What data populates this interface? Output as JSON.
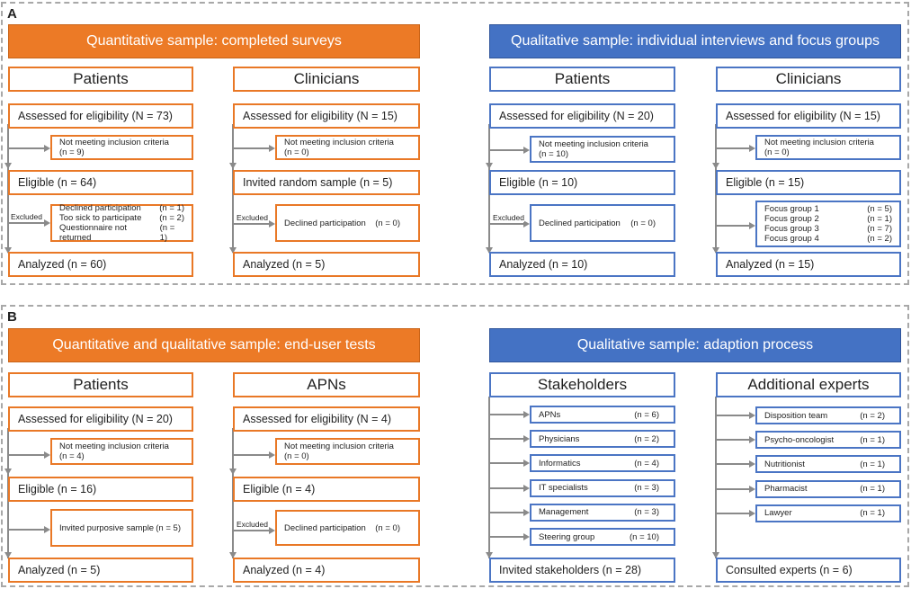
{
  "panelA": {
    "label": "A",
    "quant_header": "Quantitative sample: completed surveys",
    "qual_header": "Qualitative sample: individual interviews and focus groups",
    "quant_patients": {
      "title": "Patients",
      "assessed": "Assessed for eligibility (N = 73)",
      "not_meeting": [
        "Not meeting inclusion criteria",
        "(n = 9)"
      ],
      "eligible": "Eligible (n = 64)",
      "excluded_label": "Excluded",
      "excluded_rows": [
        {
          "label": "Declined participation",
          "value": "(n = 1)"
        },
        {
          "label": "Too sick to participate",
          "value": "(n = 2)"
        },
        {
          "label": "Questionnaire not returned",
          "value": "(n = 1)"
        }
      ],
      "analyzed": "Analyzed (n = 60)"
    },
    "quant_clinicians": {
      "title": "Clinicians",
      "assessed": "Assessed for eligibility (N = 15)",
      "not_meeting": [
        "Not meeting inclusion criteria",
        "(n = 0)"
      ],
      "eligible": "Invited random sample (n = 5)",
      "excluded_label": "Excluded",
      "declined": {
        "label": "Declined participation",
        "value": "(n = 0)"
      },
      "analyzed": "Analyzed (n = 5)"
    },
    "qual_patients": {
      "title": "Patients",
      "assessed": "Assessed for eligibility (N = 20)",
      "not_meeting": [
        "Not meeting inclusion criteria",
        "(n = 10)"
      ],
      "eligible": "Eligible (n = 10)",
      "excluded_label": "Excluded",
      "declined": {
        "label": "Declined participation",
        "value": "(n = 0)"
      },
      "analyzed": "Analyzed (n = 10)"
    },
    "qual_clinicians": {
      "title": "Clinicians",
      "assessed": "Assessed for eligibility (N = 15)",
      "not_meeting": [
        "Not meeting inclusion criteria",
        "(n = 0)"
      ],
      "eligible": "Eligible (n = 15)",
      "focus_rows": [
        {
          "label": "Focus group 1",
          "value": "(n = 5)"
        },
        {
          "label": "Focus group 2",
          "value": "(n = 1)"
        },
        {
          "label": "Focus group 3",
          "value": "(n = 7)"
        },
        {
          "label": "Focus group 4",
          "value": "(n = 2)"
        }
      ],
      "analyzed": "Analyzed (n = 15)"
    }
  },
  "panelB": {
    "label": "B",
    "quant_header": "Quantitative and qualitative sample: end-user tests",
    "qual_header": "Qualitative sample: adaption process",
    "patients": {
      "title": "Patients",
      "assessed": "Assessed for eligibility (N = 20)",
      "not_meeting": [
        "Not meeting inclusion criteria",
        "(n = 4)"
      ],
      "eligible": "Eligible (n = 16)",
      "invited": {
        "label": "Invited purposive sample",
        "value": "(n = 5)"
      },
      "analyzed": "Analyzed (n = 5)"
    },
    "apns": {
      "title": "APNs",
      "assessed": "Assessed for eligibility (N = 4)",
      "not_meeting": [
        "Not meeting inclusion criteria",
        "(n = 0)"
      ],
      "eligible": "Eligible (n = 4)",
      "excluded_label": "Excluded",
      "declined": {
        "label": "Declined participation",
        "value": "(n = 0)"
      },
      "analyzed": "Analyzed (n = 4)"
    },
    "stakeholders": {
      "title": "Stakeholders",
      "items": [
        {
          "label": "APNs",
          "value": "(n = 6)"
        },
        {
          "label": "Physicians",
          "value": "(n = 2)"
        },
        {
          "label": "Informatics",
          "value": "(n = 4)"
        },
        {
          "label": "IT specialists",
          "value": "(n = 3)"
        },
        {
          "label": "Management",
          "value": "(n = 3)"
        },
        {
          "label": "Steering group",
          "value": "(n = 10)"
        }
      ],
      "total": "Invited stakeholders (n = 28)"
    },
    "experts": {
      "title": "Additional experts",
      "items": [
        {
          "label": "Disposition team",
          "value": "(n = 2)"
        },
        {
          "label": "Psycho-oncologist",
          "value": "(n = 1)"
        },
        {
          "label": "Nutritionist",
          "value": "(n = 1)"
        },
        {
          "label": "Pharmacist",
          "value": "(n = 1)"
        },
        {
          "label": "Lawyer",
          "value": "(n = 1)"
        }
      ],
      "total": "Consulted experts (n = 6)"
    }
  },
  "colors": {
    "orange": "#ec7a26",
    "blue": "#4472c4",
    "connector": "#8a8a8a"
  }
}
